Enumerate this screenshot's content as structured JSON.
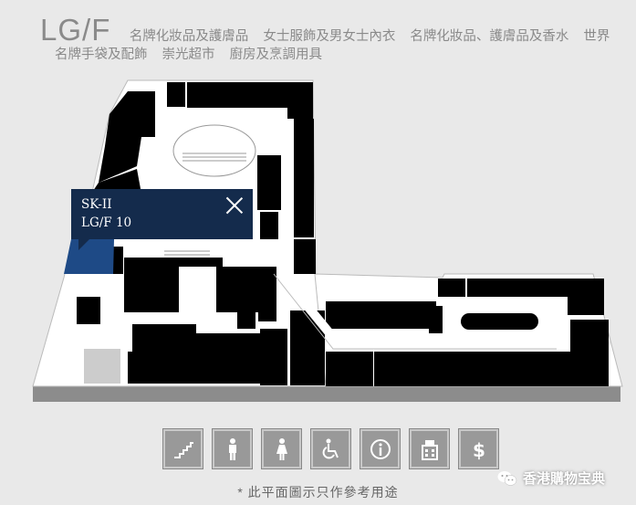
{
  "header": {
    "floor": "LG/F",
    "categories_line1": [
      "名牌化妝品及護膚品",
      "女士服飾及男女士內衣",
      "名牌化妝品、護膚品及香水",
      "世界"
    ],
    "categories_line2": [
      "名牌手袋及配飾",
      "崇光超市",
      "廚房及烹調用具"
    ]
  },
  "popup": {
    "brand": "SK-II",
    "unit": "LG/F 10"
  },
  "legend": [
    {
      "icon": "escalator-icon"
    },
    {
      "icon": "male-restroom-icon"
    },
    {
      "icon": "female-restroom-icon"
    },
    {
      "icon": "wheelchair-icon"
    },
    {
      "icon": "information-icon"
    },
    {
      "icon": "atm-icon"
    },
    {
      "icon": "currency-exchange-icon"
    }
  ],
  "footnote": "* 此平面圖示只作參考用途",
  "watermark": "香港購物宝典",
  "colors": {
    "background": "#e9e9e9",
    "shop": "#000000",
    "floor": "#ffffff",
    "highlight": "#1e4a86",
    "popup": "#142b4c",
    "legend_button": "#999999"
  }
}
